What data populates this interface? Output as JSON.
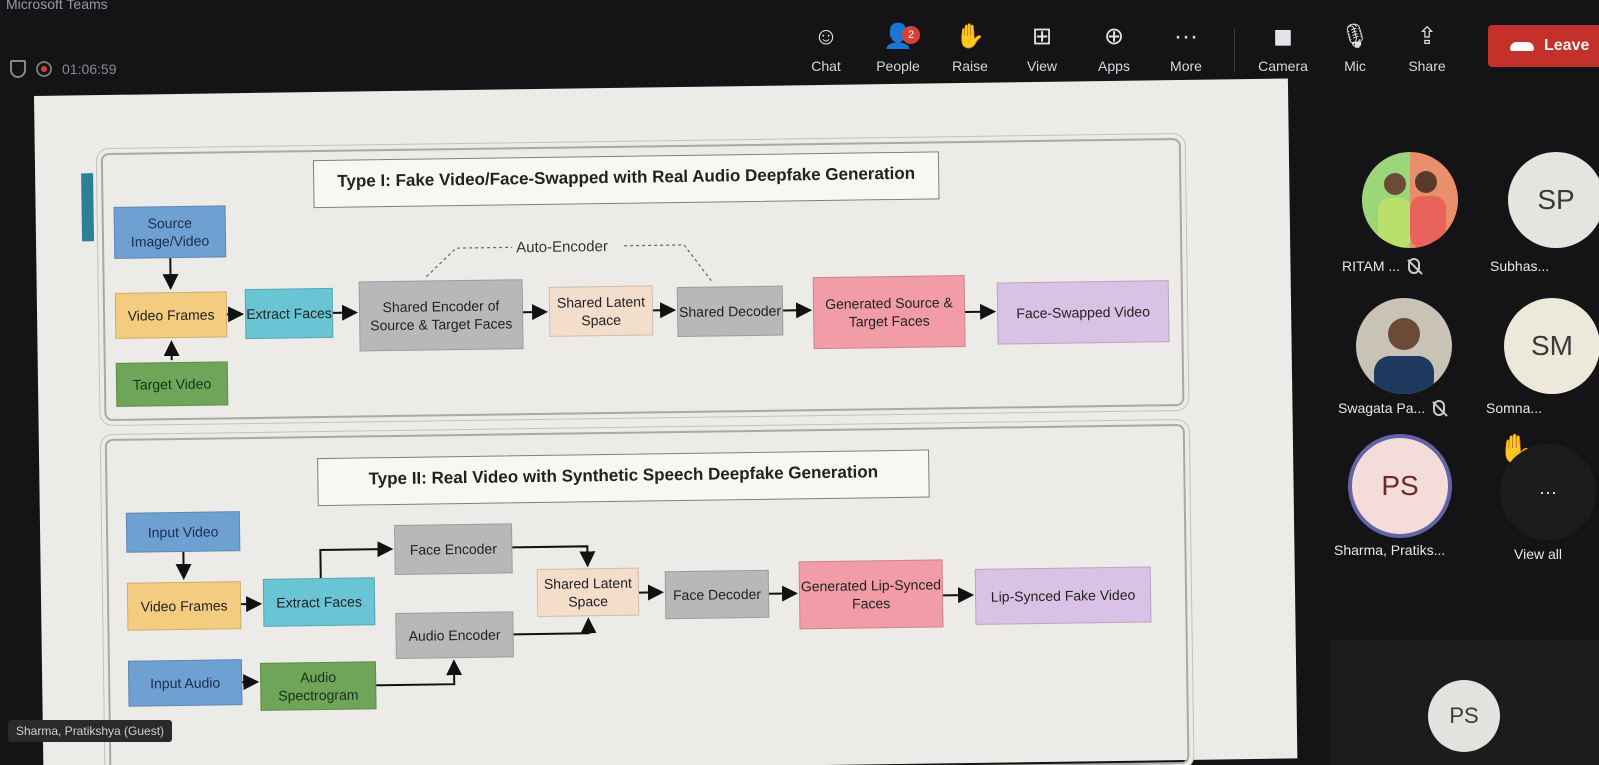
{
  "app": {
    "title": "Microsoft Teams",
    "timer": "01:06:59"
  },
  "toolbar": {
    "items": [
      {
        "label": "Chat",
        "icon": "chat-icon",
        "glyph": "☺"
      },
      {
        "label": "People",
        "icon": "people-icon",
        "glyph": "👤",
        "badge": "2"
      },
      {
        "label": "Raise",
        "icon": "raise-hand-icon",
        "glyph": "✋"
      },
      {
        "label": "View",
        "icon": "view-grid-icon",
        "glyph": "⊞"
      },
      {
        "label": "Apps",
        "icon": "apps-plus-icon",
        "glyph": "⊕"
      },
      {
        "label": "More",
        "icon": "more-icon",
        "glyph": "···"
      },
      {
        "label": "Camera",
        "icon": "camera-off-icon",
        "glyph": "◼"
      },
      {
        "label": "Mic",
        "icon": "mic-off-icon",
        "glyph": "🎙"
      },
      {
        "label": "Share",
        "icon": "share-icon",
        "glyph": "⇪"
      }
    ],
    "leave_label": "Leave"
  },
  "slide": {
    "type1": {
      "title": "Type I: Fake Video/Face-Swapped with Real Audio Deepfake Generation",
      "autoencoder_label": "Auto-Encoder",
      "boxes": {
        "source": "Source Image/Video",
        "frames": "Video Frames",
        "target": "Target Video",
        "extract": "Extract Faces",
        "encoder": "Shared Encoder of Source & Target Faces",
        "latent": "Shared Latent Space",
        "decoder": "Shared Decoder",
        "generated": "Generated Source & Target Faces",
        "output": "Face-Swapped Video"
      }
    },
    "type2": {
      "title": "Type II: Real Video with Synthetic Speech Deepfake Generation",
      "boxes": {
        "input_video": "Input Video",
        "frames": "Video Frames",
        "extract": "Extract Faces",
        "face_encoder": "Face Encoder",
        "audio_encoder": "Audio Encoder",
        "latent": "Shared Latent Space",
        "face_decoder": "Face Decoder",
        "generated": "Generated Lip-Synced Faces",
        "output": "Lip-Synced Fake Video",
        "input_audio": "Input Audio",
        "spectrogram": "Audio Spectrogram"
      }
    },
    "presenter_tag": "Sharma, Pratikshya (Guest)"
  },
  "participants": [
    {
      "name": "RITAM ...",
      "kind": "photo"
    },
    {
      "name": "Subhas...",
      "initials": "SP"
    },
    {
      "name": "Swagata Pa...",
      "kind": "photo"
    },
    {
      "name": "Somna...",
      "initials": "SM"
    },
    {
      "name": "Sharma, Pratiks...",
      "initials": "PS"
    },
    {
      "name": "View all",
      "initials": "···"
    }
  ],
  "video_tile": {
    "initials": "PS"
  },
  "colors": {
    "leave": "#c4312b",
    "badge": "#d8413a",
    "accent": "#2d7f95"
  }
}
